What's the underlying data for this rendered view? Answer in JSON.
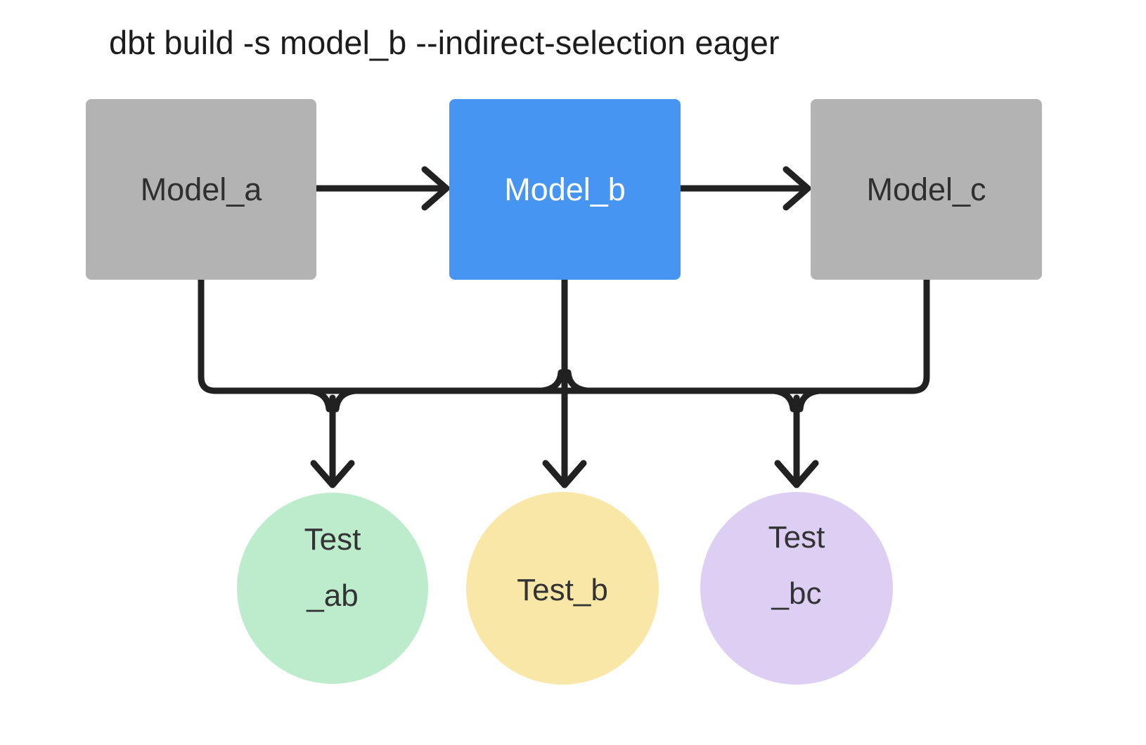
{
  "title": "dbt build -s model_b --indirect-selection eager",
  "colors": {
    "background": "#ffffff",
    "line": "#212121",
    "model_default_fill": "#b3b3b3",
    "model_selected_fill": "#4795f2"
  },
  "nodes": {
    "model_a": {
      "label": "Model_a",
      "kind": "model",
      "fill": "#b3b3b3",
      "text_color": "#2f2f2f"
    },
    "model_b": {
      "label": "Model_b",
      "kind": "model",
      "fill": "#4795f2",
      "text_color": "#ffffff"
    },
    "model_c": {
      "label": "Model_c",
      "kind": "model",
      "fill": "#b3b3b3",
      "text_color": "#2f2f2f"
    },
    "test_ab": {
      "lines": [
        "Test",
        "_ab"
      ],
      "kind": "test",
      "fill": "#bceccb",
      "text_color": "#333333"
    },
    "test_b": {
      "lines": [
        "Test_b"
      ],
      "kind": "test",
      "fill": "#f9e7a7",
      "text_color": "#333333"
    },
    "test_bc": {
      "lines": [
        "Test",
        "_bc"
      ],
      "kind": "test",
      "fill": "#ddcff3",
      "text_color": "#333333"
    }
  },
  "edges": [
    {
      "from": "model_a",
      "to": "model_b"
    },
    {
      "from": "model_b",
      "to": "model_c"
    },
    {
      "from": "model_a",
      "to": "test_ab"
    },
    {
      "from": "model_b",
      "to": "test_ab"
    },
    {
      "from": "model_b",
      "to": "test_b"
    },
    {
      "from": "model_b",
      "to": "test_bc"
    },
    {
      "from": "model_c",
      "to": "test_bc"
    }
  ]
}
